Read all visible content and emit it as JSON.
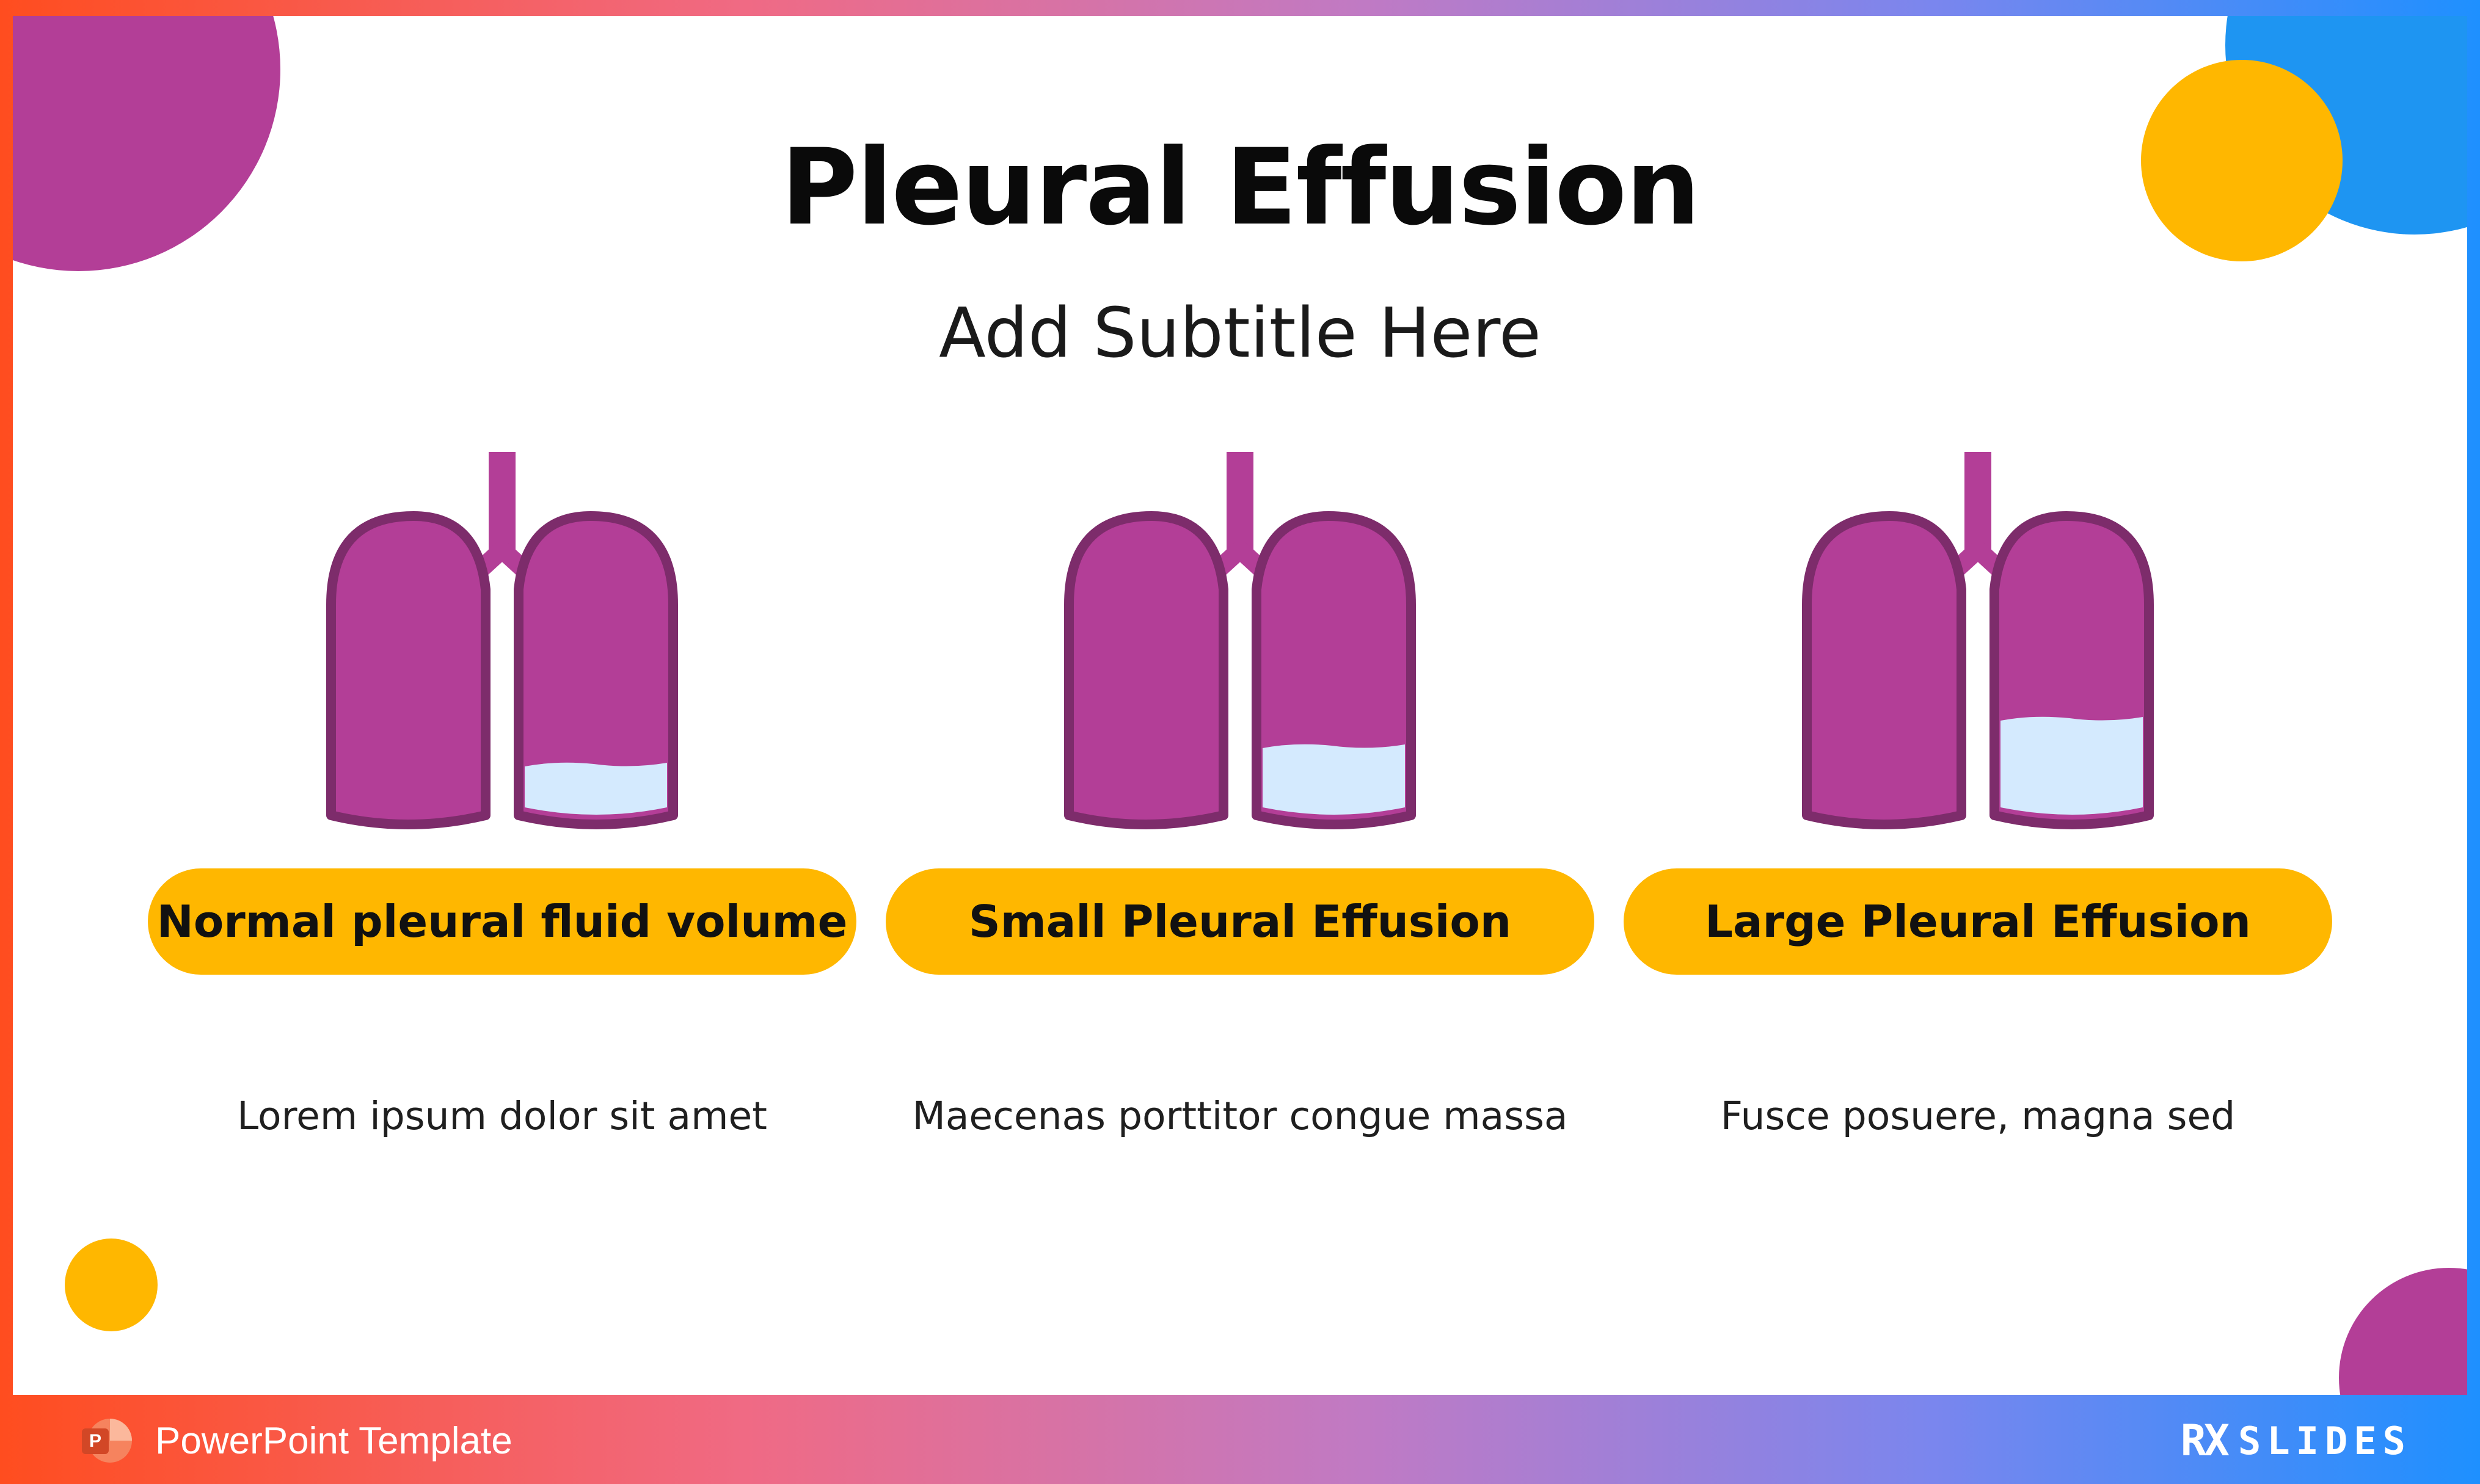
{
  "slide": {
    "title": "Pleural Effusion",
    "subtitle": "Add Subtitle Here",
    "items": [
      {
        "label": "Normal pleural fluid volume",
        "description": "Lorem ipsum dolor sit amet",
        "fluid_level": "low"
      },
      {
        "label": "Small Pleural Effusion",
        "description": "Maecenas porttitor congue massa",
        "fluid_level": "medium"
      },
      {
        "label": "Large Pleural Effusion",
        "description": "Fusce posuere, magna sed",
        "fluid_level": "high"
      }
    ]
  },
  "footer": {
    "app_label": "PowerPoint Template",
    "app_icon": "powerpoint-icon",
    "brand_rx": "RX",
    "brand_slides": "SLIDES"
  },
  "colors": {
    "lung": "#b33e97",
    "lung_outline": "#7d2c6b",
    "fluid": "#d4eafe",
    "pill": "#ffb700",
    "accent_blue": "#1e95f2"
  }
}
